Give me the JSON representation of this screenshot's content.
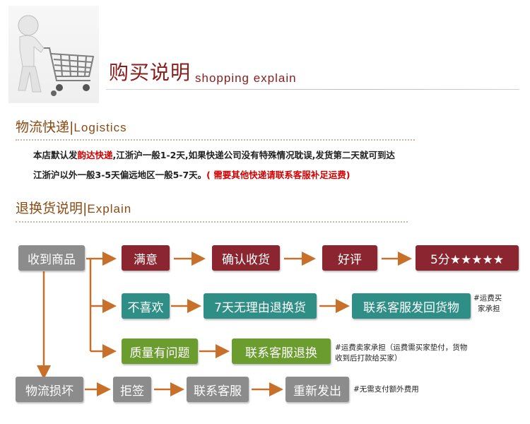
{
  "header": {
    "title_zh": "购买说明",
    "title_en": "shopping explain"
  },
  "logistics": {
    "heading_zh": "物流快递",
    "separator": "|",
    "heading_en": "Logistics",
    "line1_prefix": "本店默认发",
    "line1_courier": "韵达快递",
    "line1_suffix": ",江浙沪一般1-2天,如果快递公司没有特殊情况耽误,发货第二天就可到达",
    "line2_main": "江浙沪以外一般3-5天偏远地区一般5-7天。",
    "line2_note": "( 需要其他快递请联系客服补足运费)"
  },
  "returns": {
    "heading_zh": "退换货说明",
    "separator": "|",
    "heading_en": "Explain"
  },
  "flow": {
    "receive": "收到商品",
    "satisfied": "满意",
    "confirm": "确认收货",
    "praise": "好评",
    "five_stars": "5分★★★★★",
    "dislike": "不喜欢",
    "seven_day": "7天无理由退换货",
    "contact_return_goods": "联系客服发回货物",
    "note_buyer_line1": "#运费买",
    "note_buyer_line2": "家承担",
    "quality": "质量有问题",
    "contact_return": "联系客服退换",
    "note_seller_line1": "#运费卖家承担（运费需买家垫付，货物",
    "note_seller_line2": "收到后打款给买家）",
    "damaged": "物流损坏",
    "refuse": "拒签",
    "contact_service": "联系客服",
    "reship": "重新发出",
    "note_free": "#无需支付额外费用"
  },
  "colors": {
    "heading": "#8a4a12",
    "title": "#8a1c1c",
    "arrow": "#c8702a",
    "grey_box": "#8c8c8c",
    "maroon_box": "#8b2630",
    "teal_box": "#2f8f87",
    "green_box": "#6a9c2e",
    "highlight": "#d40000"
  },
  "icons": {
    "hero": "person-pushing-shopping-cart"
  }
}
